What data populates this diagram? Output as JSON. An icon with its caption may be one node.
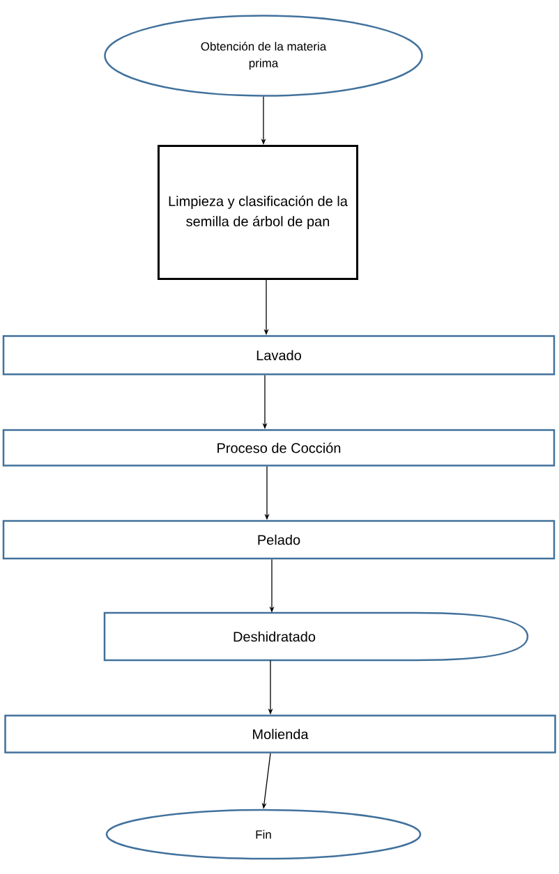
{
  "diagram": {
    "nodes": [
      {
        "text": [
          "Obtención de la materia prima"
        ]
      },
      {
        "text": [
          "Limpieza y clasificación de la semilla de árbol de pan"
        ]
      },
      {
        "text": [
          "Lavado"
        ]
      },
      {
        "text": [
          "Proceso de Cocción"
        ]
      },
      {
        "text": [
          "Pelado"
        ]
      },
      {
        "text": [
          "Deshidratado"
        ]
      },
      {
        "text": [
          "Molienda"
        ]
      },
      {
        "text": [
          "Fin"
        ]
      }
    ],
    "edges": [
      {
        "from": 0,
        "to": 1,
        "arrow": "to"
      },
      {
        "from": 1,
        "to": 2,
        "arrow": "to"
      },
      {
        "from": 2,
        "to": 3,
        "arrow": "to"
      },
      {
        "from": 3,
        "to": 4,
        "arrow": "to"
      },
      {
        "from": 4,
        "to": 5,
        "arrow": "to"
      },
      {
        "from": 5,
        "to": 6,
        "arrow": "to"
      },
      {
        "from": 6,
        "to": 7,
        "arrow": "to"
      }
    ]
  }
}
